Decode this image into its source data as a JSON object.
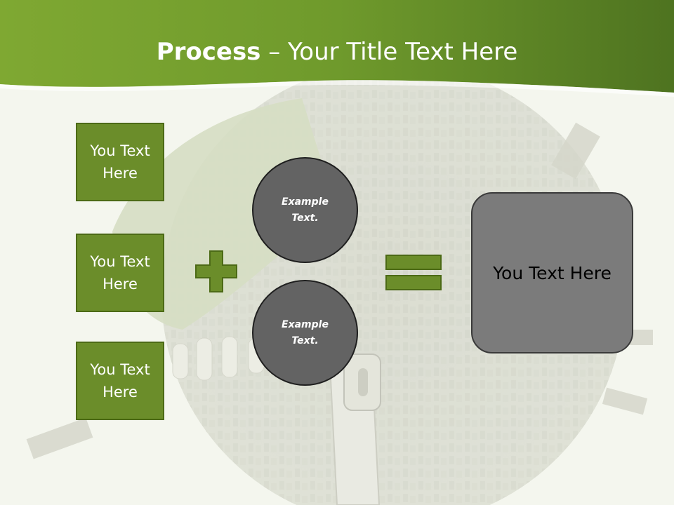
{
  "title": {
    "bold": "Process",
    "rest": " – Your Title Text Here"
  },
  "left_boxes": [
    {
      "label": "You Text Here"
    },
    {
      "label": "You Text Here"
    },
    {
      "label": "You Text Here"
    }
  ],
  "circles": [
    {
      "label": "Example Text."
    },
    {
      "label": "Example Text."
    }
  ],
  "result": {
    "label": "You Text Here"
  },
  "operators": {
    "plus": "plus-icon",
    "equals": "equals-icon"
  },
  "colors": {
    "header": "#6f9a2c",
    "box_fill": "#6b8d2a",
    "box_border": "#4c6a16",
    "circle_fill": "#636363",
    "result_fill": "#7b7b7b"
  }
}
